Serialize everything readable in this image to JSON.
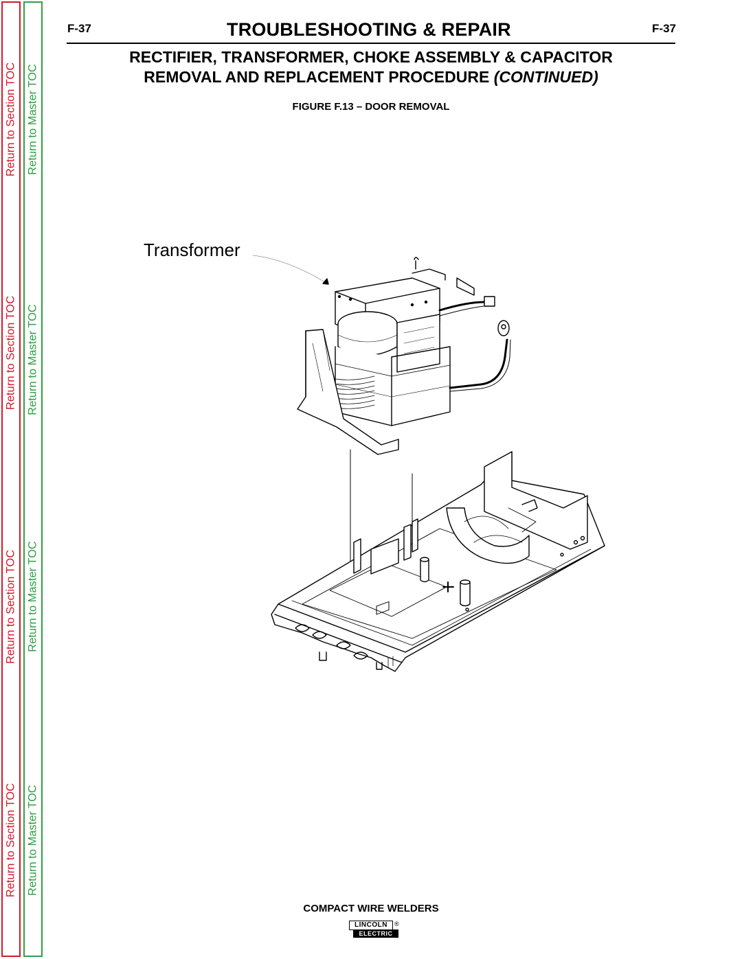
{
  "toc": {
    "section_label": "Return to Section TOC",
    "master_label": "Return to Master TOC"
  },
  "header": {
    "page_left": "F-37",
    "title": "TROUBLESHOOTING & REPAIR",
    "page_right": "F-37"
  },
  "procedure": {
    "title_line1": "RECTIFIER, TRANSFORMER, CHOKE ASSEMBLY & CAPACITOR",
    "title_line2_main": "REMOVAL AND REPLACEMENT PROCEDURE",
    "title_line2_suffix": "(CONTINUED)"
  },
  "figure": {
    "caption": "FIGURE F.13 – DOOR REMOVAL",
    "callout": "Transformer"
  },
  "footer": {
    "title": "COMPACT WIRE WELDERS",
    "logo_top": "LINCOLN",
    "logo_bottom": "ELECTRIC",
    "logo_reg": "®"
  }
}
